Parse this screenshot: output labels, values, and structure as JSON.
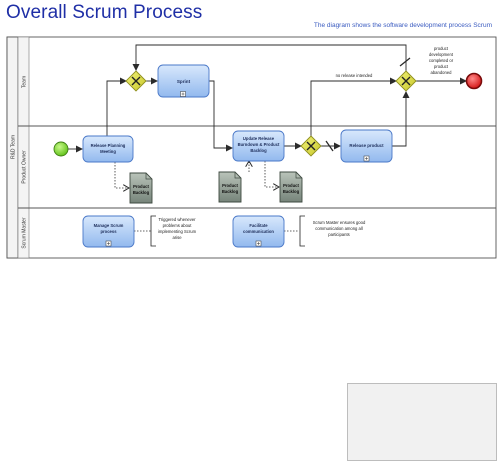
{
  "title": "Overall Scrum Process",
  "subtitle": "The diagram shows the software development process Scrum",
  "pool": {
    "label": "R&D Team"
  },
  "lanes": {
    "team": "Team",
    "product_owner": "Product Owner",
    "scrum_master": "Scrum Master"
  },
  "tasks": {
    "sprint": "Sprint",
    "release_planning": [
      "Release Planning",
      "Meeting"
    ],
    "update_release": [
      "Update Release",
      "Burndown & Product",
      "Backlog"
    ],
    "release_product": "Release product",
    "manage_scrum": [
      "Manage Scrum",
      "process"
    ],
    "facilitate": [
      "Facilitate",
      "communication"
    ]
  },
  "documents": {
    "product_backlog": [
      "Product",
      "Backlog"
    ]
  },
  "flows": {
    "no_release_needed": "no release intended"
  },
  "annotations": {
    "end_condition": [
      "product",
      "development",
      "completed or",
      "product",
      "abandoned"
    ],
    "triggered_whenever": [
      "Triggered whenever",
      "problems about",
      "implementing Scrum",
      "arise"
    ],
    "scrum_master_ensures": [
      "Scrum Master ensures good",
      "communication among all",
      "participants"
    ]
  },
  "colors": {
    "title": "#1f2fa6",
    "task_fill": "#a9c9f4",
    "task_stroke": "#4a78c8",
    "gateway_fill": "#dede42",
    "gateway_stroke": "#8f8f1e",
    "start_fill": "#8fe23a",
    "end_fill": "#ee2a2a",
    "document_fill": "#8e9a8e",
    "lane_label_bg": "#f4f4f4",
    "line": "#2b2b2b"
  }
}
